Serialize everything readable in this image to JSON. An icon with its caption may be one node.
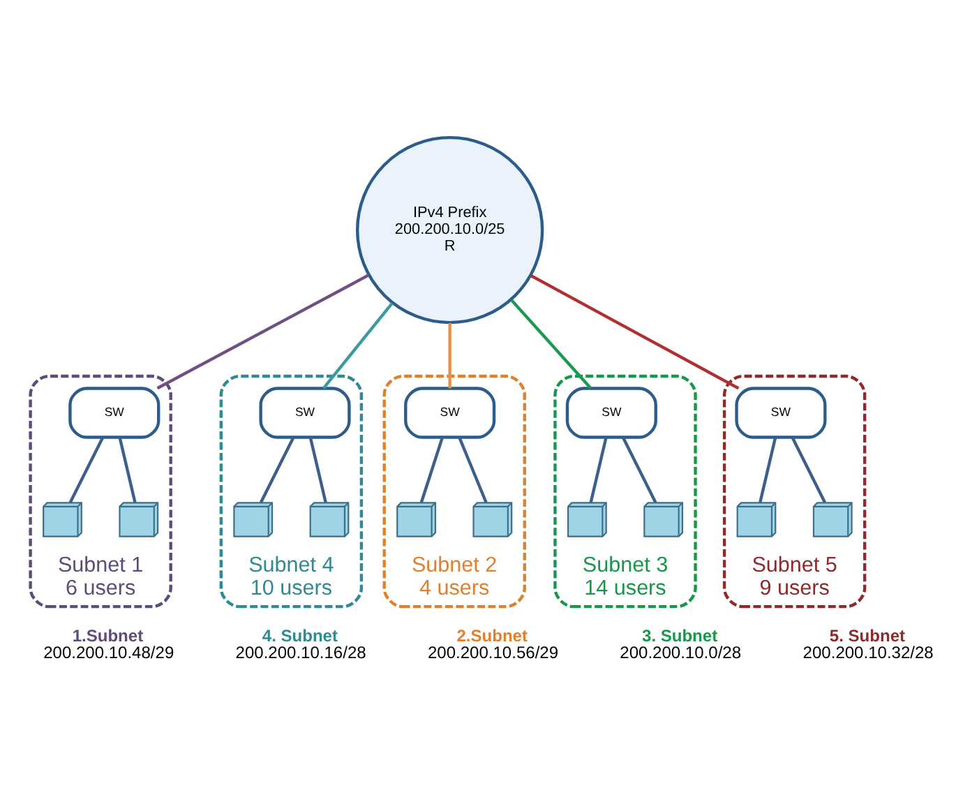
{
  "diagram": {
    "nodes": [
      {
        "text": [
          "Subnet 1",
          "6 users"
        ],
        "beside": [
          "1.Subnet",
          "200.200.10.48/29"
        ]
      },
      {
        "text": [
          "SW"
        ],
        "in": 0
      },
      {
        "text": [],
        "shape": "computer",
        "in": 0
      },
      {
        "text": [],
        "shape": "computer",
        "in": 0
      },
      {
        "text": [
          "IPv4 Prefix",
          "200.200.10.0/25",
          "R"
        ]
      },
      {
        "text": [
          "Subnet 4",
          "10 users"
        ],
        "beside": [
          "4. Subnet",
          "200.200.10.16/28"
        ]
      },
      {
        "text": [
          "SW"
        ],
        "in": 5
      },
      {
        "text": [],
        "shape": "computer",
        "in": 5
      },
      {
        "text": [],
        "shape": "computer",
        "in": 5
      },
      {
        "text": [
          "Subnet 2",
          "4 users"
        ],
        "beside": [
          "2.Subnet",
          "200.200.10.56/29"
        ]
      },
      {
        "text": [
          "SW"
        ],
        "in": 9
      },
      {
        "text": [],
        "shape": "computer",
        "in": 9
      },
      {
        "text": [],
        "shape": "computer",
        "in": 9
      },
      {
        "text": [
          "Subnet 3",
          "14 users"
        ],
        "beside": [
          "3. Subnet",
          "200.200.10.0/28"
        ]
      },
      {
        "text": [
          "SW"
        ],
        "in": 13
      },
      {
        "text": [],
        "shape": "computer",
        "in": 13
      },
      {
        "text": [],
        "shape": "computer",
        "in": 13
      },
      {
        "text": [
          "Subnet 5",
          "9 users"
        ],
        "beside": [
          "5. Subnet",
          "200.200.10.32/28"
        ]
      },
      {
        "text": [
          "SW"
        ],
        "in": 17
      },
      {
        "text": [],
        "shape": "computer",
        "in": 17
      },
      {
        "text": [],
        "shape": "computer",
        "in": 17
      }
    ],
    "edges": [
      {
        "from": 4,
        "to": 1,
        "arrow": "none",
        "color": "#6e4f86"
      },
      {
        "from": 4,
        "to": 6,
        "arrow": "none",
        "color": "#3a9aa0"
      },
      {
        "from": 4,
        "to": 10,
        "arrow": "none",
        "color": "#e8904a"
      },
      {
        "from": 4,
        "to": 14,
        "arrow": "none",
        "color": "#1a9a50"
      },
      {
        "from": 4,
        "to": 18,
        "arrow": "none",
        "color": "#b03030"
      },
      {
        "from": 1,
        "to": 2,
        "arrow": "none"
      },
      {
        "from": 1,
        "to": 3,
        "arrow": "none"
      },
      {
        "from": 6,
        "to": 7,
        "arrow": "none"
      },
      {
        "from": 6,
        "to": 8,
        "arrow": "none"
      },
      {
        "from": 10,
        "to": 11,
        "arrow": "none"
      },
      {
        "from": 10,
        "to": 12,
        "arrow": "none"
      },
      {
        "from": 14,
        "to": 15,
        "arrow": "none"
      },
      {
        "from": 14,
        "to": 16,
        "arrow": "none"
      },
      {
        "from": 18,
        "to": 19,
        "arrow": "none"
      },
      {
        "from": 18,
        "to": 20,
        "arrow": "none"
      }
    ]
  }
}
